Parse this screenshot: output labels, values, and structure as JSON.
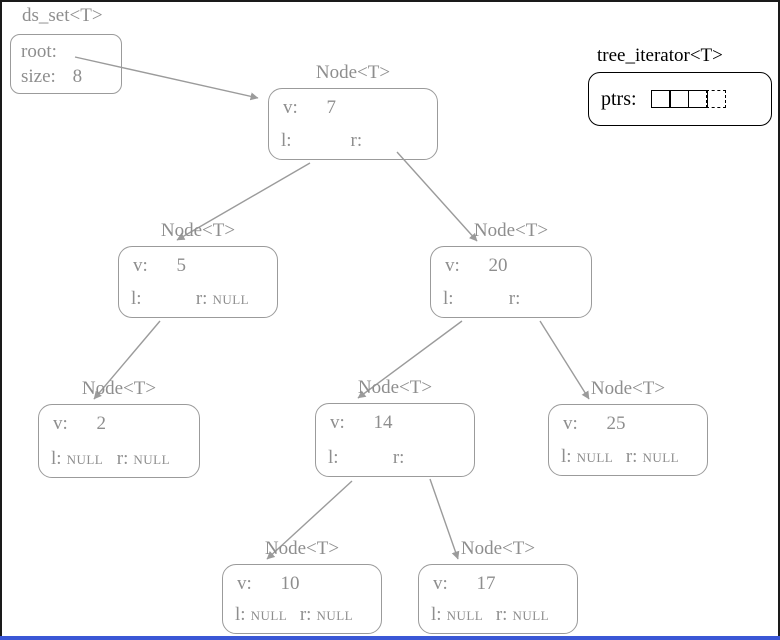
{
  "ds_set": {
    "title": "ds_set<T>",
    "root_label": "root:",
    "size_label": "size:",
    "size_value": "8"
  },
  "tree_iterator": {
    "title": "tree_iterator<T>",
    "ptrs_label": "ptrs:",
    "cells": 4
  },
  "node_title": "Node<T>",
  "labels": {
    "v": "v:",
    "l": "l:",
    "r": "r:"
  },
  "nodes": [
    {
      "value": "7",
      "l": "",
      "r": ""
    },
    {
      "value": "5",
      "l": "",
      "r": "NULL"
    },
    {
      "value": "20",
      "l": "",
      "r": ""
    },
    {
      "value": "2",
      "l": "NULL",
      "r": "NULL"
    },
    {
      "value": "14",
      "l": "",
      "r": ""
    },
    {
      "value": "25",
      "l": "NULL",
      "r": "NULL"
    },
    {
      "value": "10",
      "l": "NULL",
      "r": "NULL"
    },
    {
      "value": "17",
      "l": "NULL",
      "r": "NULL"
    }
  ],
  "edges": [
    {
      "from": "root",
      "to": "7"
    },
    {
      "from": "7",
      "field": "l",
      "to": "5"
    },
    {
      "from": "7",
      "field": "r",
      "to": "20"
    },
    {
      "from": "5",
      "field": "l",
      "to": "2"
    },
    {
      "from": "20",
      "field": "l",
      "to": "14"
    },
    {
      "from": "20",
      "field": "r",
      "to": "25"
    },
    {
      "from": "14",
      "field": "l",
      "to": "10"
    },
    {
      "from": "14",
      "field": "r",
      "to": "17"
    }
  ],
  "colors": {
    "node": "#9b9b9b",
    "text": "#8e8e8e",
    "iterator": "#000000",
    "bottom_bar": "#3a57d6"
  }
}
